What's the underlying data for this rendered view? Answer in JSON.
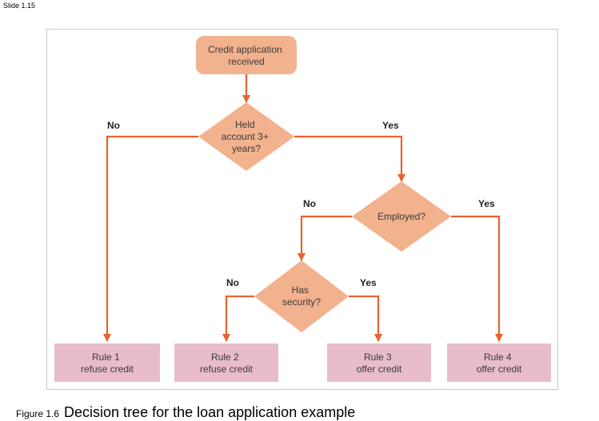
{
  "slide_label": "Slide 1.15",
  "colors": {
    "node_fill": "#f2b28e",
    "leaf_fill": "#e8bccb",
    "edge": "#e8622f",
    "text": "#3a3a3a"
  },
  "nodes": {
    "start": [
      "Credit application",
      "received"
    ],
    "held_account": [
      "Held",
      "account 3+",
      "years?"
    ],
    "employed": [
      "Employed?"
    ],
    "has_security": [
      "Has",
      "security?"
    ],
    "rule1": [
      "Rule 1",
      "refuse credit"
    ],
    "rule2": [
      "Rule 2",
      "refuse credit"
    ],
    "rule3": [
      "Rule 3",
      "offer credit"
    ],
    "rule4": [
      "Rule 4",
      "offer credit"
    ]
  },
  "edge_labels": {
    "held_no": "No",
    "held_yes": "Yes",
    "employed_no": "No",
    "employed_yes": "Yes",
    "security_no": "No",
    "security_yes": "Yes"
  },
  "caption": {
    "figure": "Figure 1.6",
    "text": "Decision tree for the loan application example"
  }
}
